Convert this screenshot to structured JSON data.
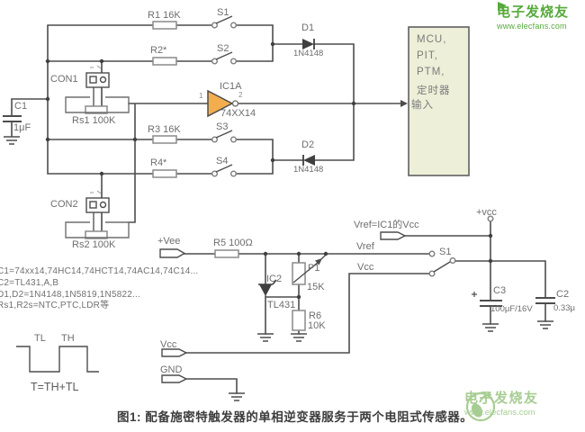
{
  "colors": {
    "wire": "#4d4d4d",
    "gray_wire": "#8a8a8a",
    "mcu_fill": "#edefd8",
    "gate_fill": "#f2ae4e",
    "watermark_green": "#47a32a",
    "label_gray": "#6e6e6e"
  },
  "labels": {
    "r1": "R1 16K",
    "s1": "S1",
    "r2": "R2*",
    "s2": "S2",
    "d1": "D1",
    "d1_part": "1N4148",
    "r3": "R3 16K",
    "s3": "S3",
    "r4": "R4*",
    "s4": "S4",
    "d2": "D2",
    "d2_part": "1N4148",
    "c1": "C1",
    "c1_value": "1μF",
    "con1": "CON1",
    "rs1": "Rs1  100K",
    "con2": "CON2",
    "rs2": "Rs2  100K",
    "ic1a": "IC1A",
    "ic1a_part": "74XX14",
    "ic1a_pin_in": "1",
    "ic1a_pin_out": "2",
    "vee": "+Vee",
    "r5": "R5  100Ω",
    "ic2": "IC2",
    "ic2_part": "TL431",
    "p1": "P1",
    "p1_value": "15K",
    "r6": "R6",
    "r6_value": "10K",
    "vref_note": "Vref=IC1的Vcc",
    "vref": "Vref",
    "vcc": "Vcc",
    "s1_sel": "S1",
    "plus_vcc": "+vcc",
    "c3": "C3",
    "c3_value": "100μF/16V",
    "c2": "C2",
    "c2_value": "0.33μ",
    "vcc_bottom": "Vcc",
    "gnd_bottom": "GND"
  },
  "mcu_box": {
    "line1": "MCU,",
    "line2": "PIT,",
    "line3": "PTM,",
    "line4": "定时器",
    "input": "输入"
  },
  "notes": {
    "line1": "C1=74xx14,74HC14,74HCT14,74AC14,74C14...",
    "line2": "C2=TL431,A,B",
    "line3": "D1,D2=1N4148,1N5819,1N5822...",
    "line4": "Rs1,R2s=NTC,PTC,LDR等"
  },
  "waveform": {
    "tl": "TL",
    "th": "TH",
    "formula": "T=TH+TL"
  },
  "caption": "图1: 配备施密特触发器的单相逆变器服务于两个电阻式传感器。",
  "watermark": {
    "brand": "电子发烧友",
    "site": "www.elecfans.com"
  }
}
